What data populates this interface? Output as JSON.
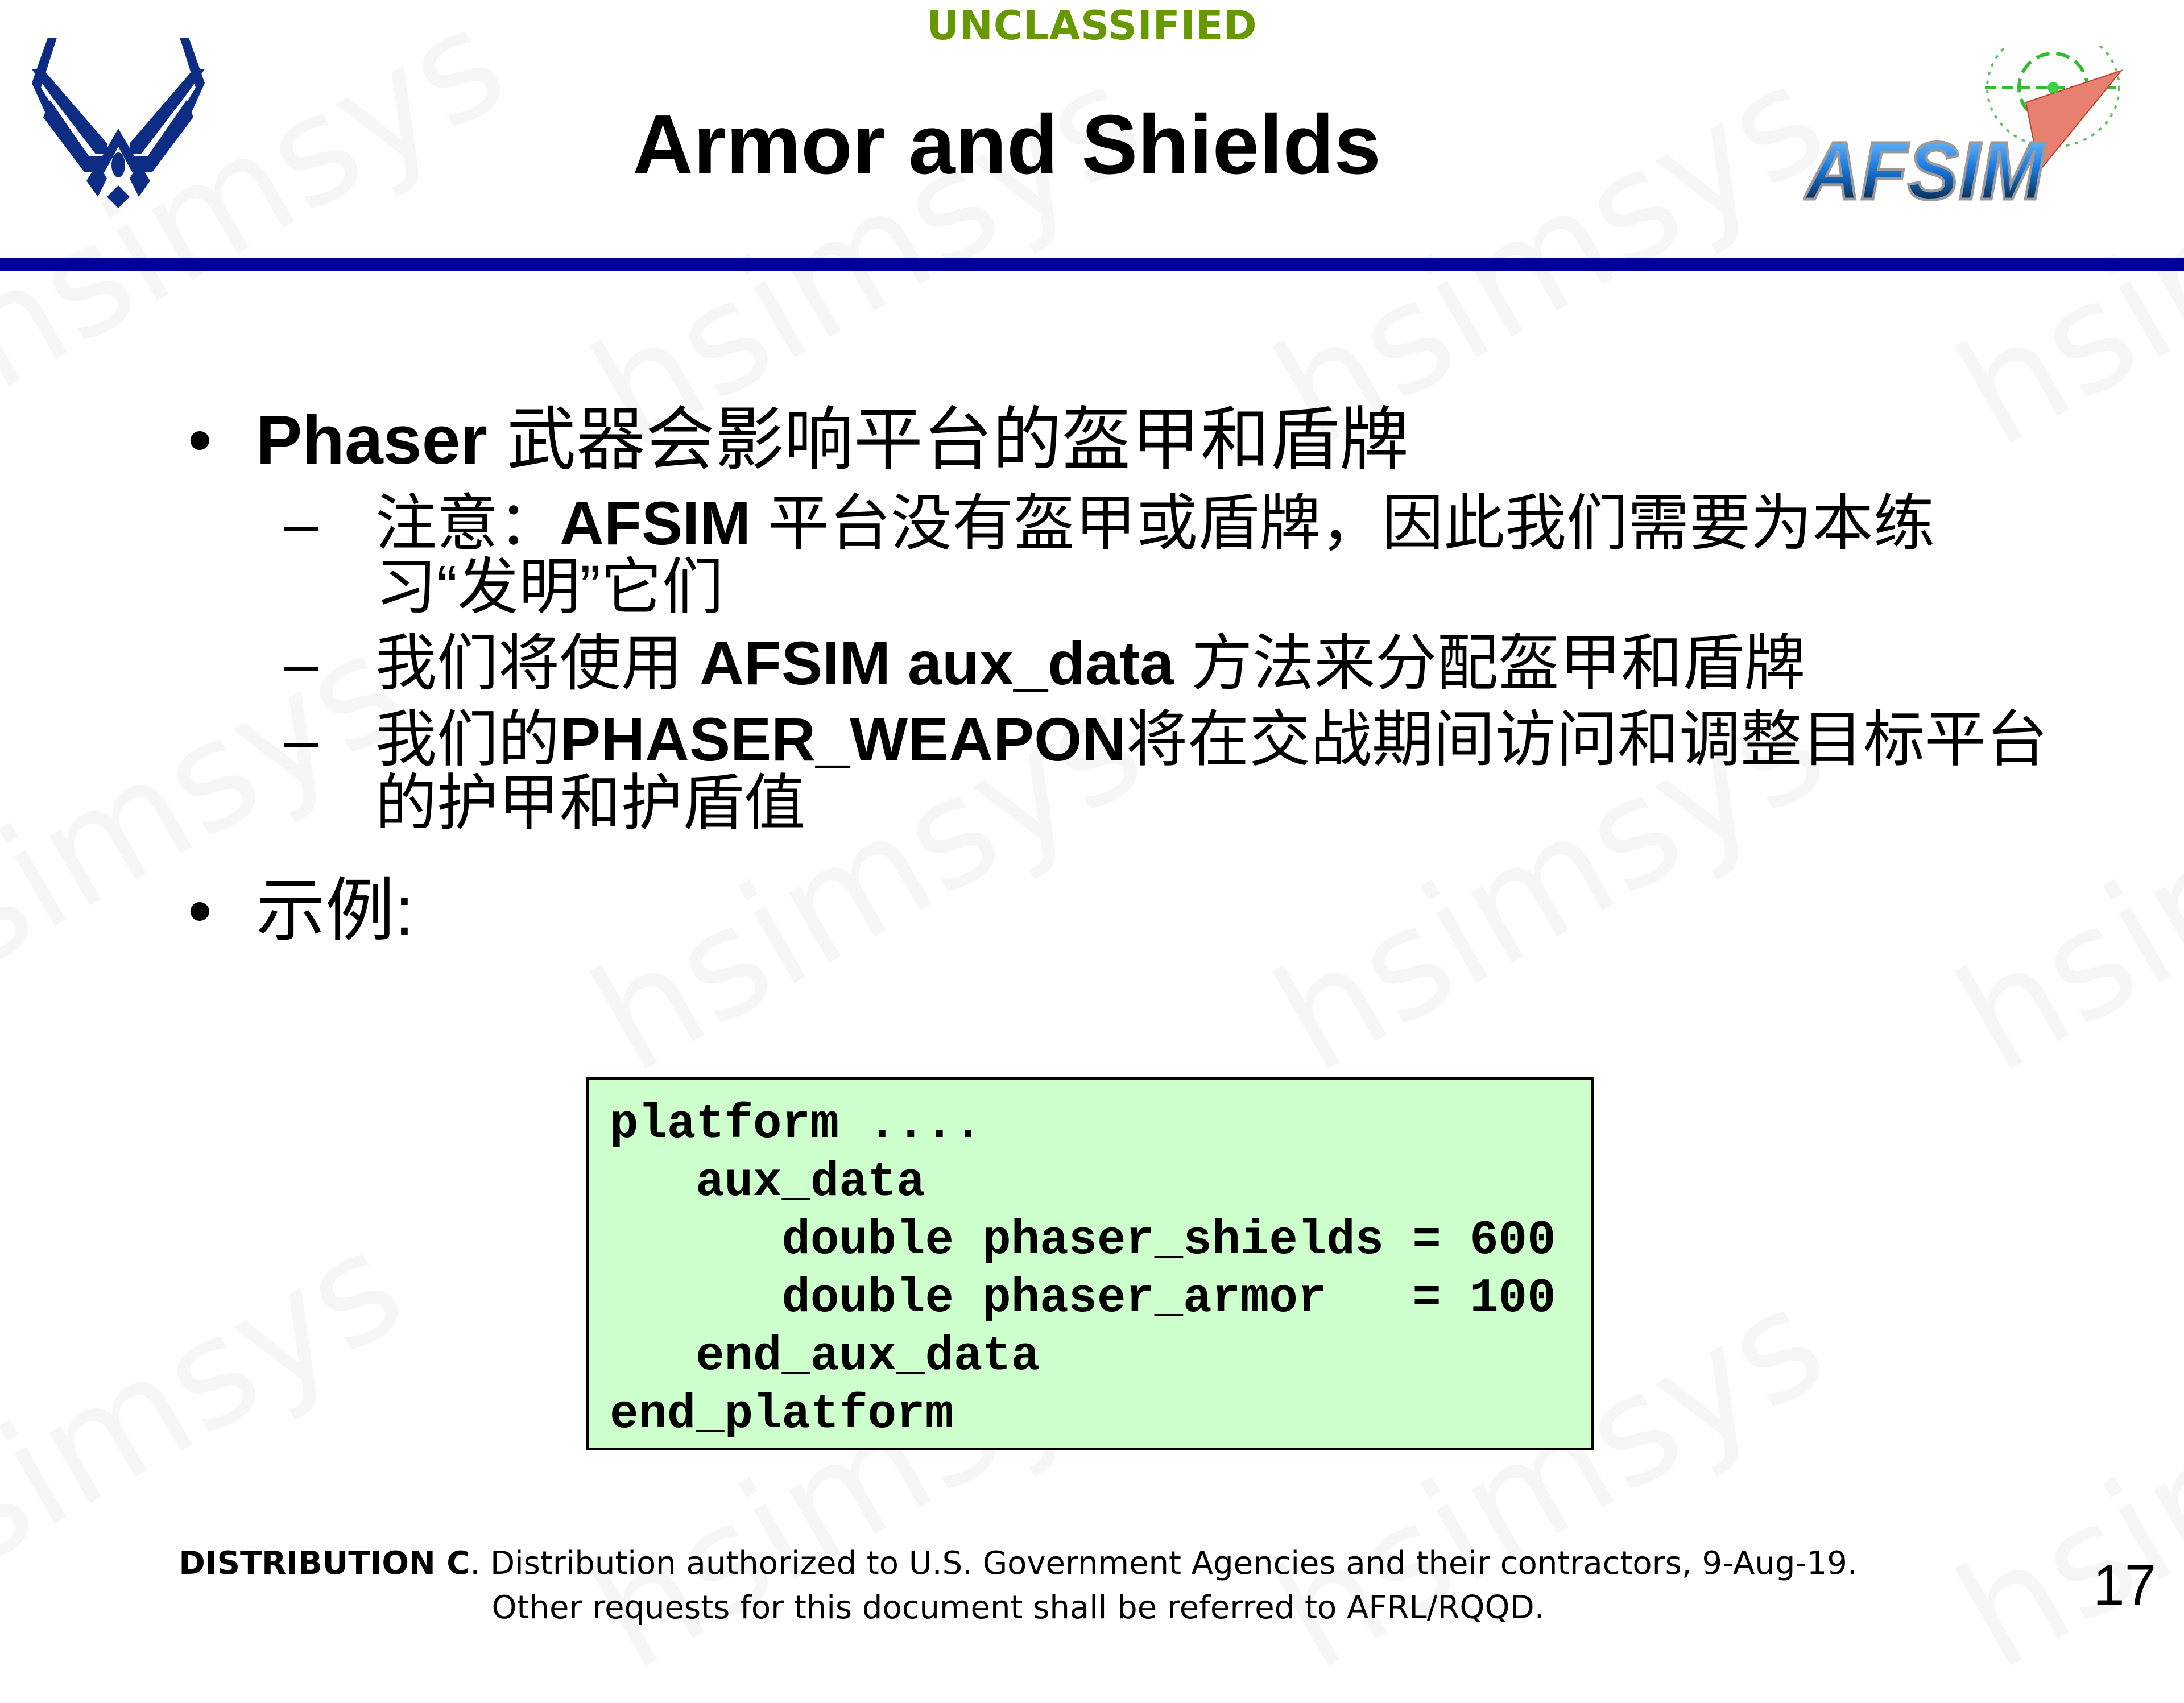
{
  "header": {
    "classification": "UNCLASSIFIED",
    "title": "Armor and Shields",
    "logos": [
      "air-force-logo",
      "afsim-logo"
    ],
    "afsim_logo_text": "AFSIM"
  },
  "colors": {
    "classification": "#669900",
    "divider": "#000099",
    "code_background": "#ccffcc",
    "af_logo": "#0d2c84"
  },
  "bullets": [
    {
      "level": 1,
      "bold_prefix": "Phaser",
      "text": " 武器会影响平台的盔甲和盾牌"
    },
    {
      "level": 2,
      "pre": "注意：",
      "bold": "AFSIM",
      "post": " 平台没有盔甲或盾牌，因此我们需要为本练习“发明”它们"
    },
    {
      "level": 2,
      "pre": "我们将使用 ",
      "bold": "AFSIM aux_data",
      "post": " 方法来分配盔甲和盾牌"
    },
    {
      "level": 2,
      "pre": "我们的",
      "bold": "PHASER_WEAPON",
      "post": "将在交战期间访问和调整目标平台的护甲和护盾值"
    },
    {
      "level": 1,
      "bold_prefix": "",
      "text": "示例:"
    }
  ],
  "code_block": {
    "lines": [
      "platform ....",
      "   aux_data",
      "      double phaser_shields = 600",
      "      double phaser_armor   = 100",
      "   end_aux_data",
      "end_platform"
    ]
  },
  "footer": {
    "distribution_label": "DISTRIBUTION C",
    "line1": ". Distribution authorized to U.S. Government Agencies and their contractors, 9-Aug-19.",
    "line2": "Other requests for this document shall be referred to AFRL/RQQD.",
    "page_number": "17"
  },
  "watermark": "hsimsys"
}
